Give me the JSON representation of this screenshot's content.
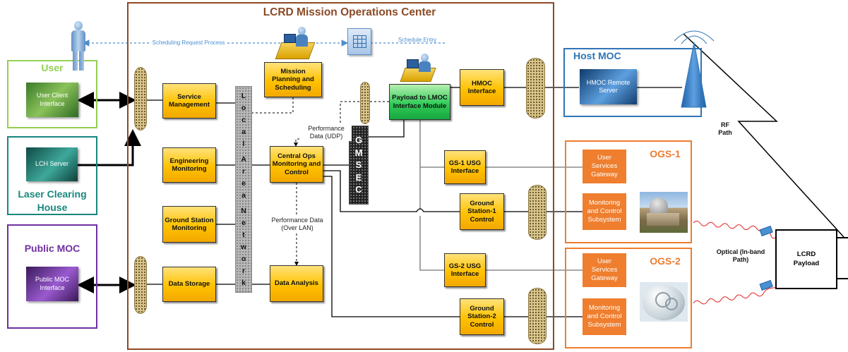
{
  "moc": {
    "title": "LCRD Mission Operations Center",
    "mission_planning": "Mission Planning and Scheduling",
    "service_management": "Service Management",
    "engineering_monitoring": "Engineering Monitoring",
    "ground_station_monitoring": "Ground Station Monitoring",
    "data_storage": "Data Storage",
    "central_ops": "Central Ops Monitoring and Control",
    "data_analysis": "Data Analysis",
    "payload_interface": "Payload to LMOC Interface Module",
    "hmoc_interface": "HMOC Interface",
    "gs1_usg": "GS-1 USG Interface",
    "gs1_control": "Ground Station-1 Control",
    "gs2_usg": "GS-2 USG Interface",
    "gs2_control": "Ground Station-2 Control",
    "lan_letters": [
      "L",
      "o",
      "c",
      "a",
      "l",
      " ",
      "A",
      "r",
      "e",
      "a",
      " ",
      "N",
      "e",
      "t",
      "w",
      "o",
      "r",
      "k"
    ],
    "gmsec_letters": [
      "G",
      "M",
      "S",
      "E",
      "C"
    ]
  },
  "labels": {
    "scheduling_request": "Scheduling Request Process",
    "schedule_entry": "Schedule Entry",
    "perf_udp": "Performance Data (UDP)",
    "perf_lan": "Performance Data (Over LAN)",
    "rf_path": "RF Path",
    "optical_path": "Optical (In-band Path)"
  },
  "user": {
    "title": "User",
    "client": "User Client Interface"
  },
  "lch": {
    "title": "Laser Clearing House",
    "server": "LCH Server"
  },
  "public_moc": {
    "title": "Public MOC",
    "interface": "Public MOC Interface"
  },
  "host_moc": {
    "title": "Host MOC",
    "server": "HMOC Remote Server"
  },
  "ogs1": {
    "title": "OGS-1",
    "gateway": "User Services Gateway",
    "monitoring": "Monitoring and Control Subsystem"
  },
  "ogs2": {
    "title": "OGS-2",
    "gateway": "User Services Gateway",
    "monitoring": "Monitoring and Control Subsystem"
  },
  "payload": {
    "label": "LCRD Payload"
  },
  "colors": {
    "user": "#92d050",
    "lch": "#17877c",
    "public_moc": "#7030a0",
    "host_moc": "#2e75b6",
    "ogs": "#ed7d31",
    "moc_frame": "#8b4a26",
    "optical": "#e02020"
  }
}
